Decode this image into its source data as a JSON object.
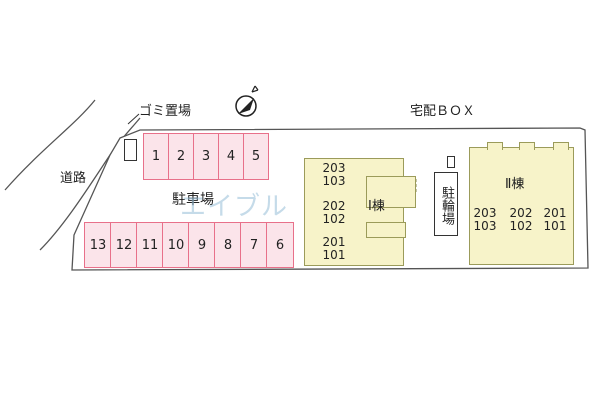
{
  "labels": {
    "road": "道路",
    "garbage": "ゴミ置場",
    "parking": "駐車場",
    "delivery_box": "宅配ＢＯＸ",
    "bicycle": "駐輪場",
    "building_1": "Ⅰ棟",
    "building_2": "Ⅱ棟"
  },
  "parking_top": [
    "1",
    "2",
    "3",
    "4",
    "5"
  ],
  "parking_bottom": [
    "13",
    "12",
    "11",
    "10",
    "9",
    "8",
    "7",
    "6"
  ],
  "building_1_units": [
    {
      "upper": "203",
      "lower": "103"
    },
    {
      "upper": "202",
      "lower": "102"
    },
    {
      "upper": "201",
      "lower": "101"
    }
  ],
  "building_2_units": [
    {
      "upper": "203",
      "lower": "103"
    },
    {
      "upper": "202",
      "lower": "102"
    },
    {
      "upper": "201",
      "lower": "101"
    }
  ],
  "watermark": "エイブル",
  "colors": {
    "parking_fill": "#fbe4ea",
    "parking_border": "#e8708a",
    "building_fill": "#f7f3c9",
    "building_border": "#9b9b5a",
    "site_border": "#555555"
  },
  "icons": [
    "north-arrow-icon"
  ]
}
